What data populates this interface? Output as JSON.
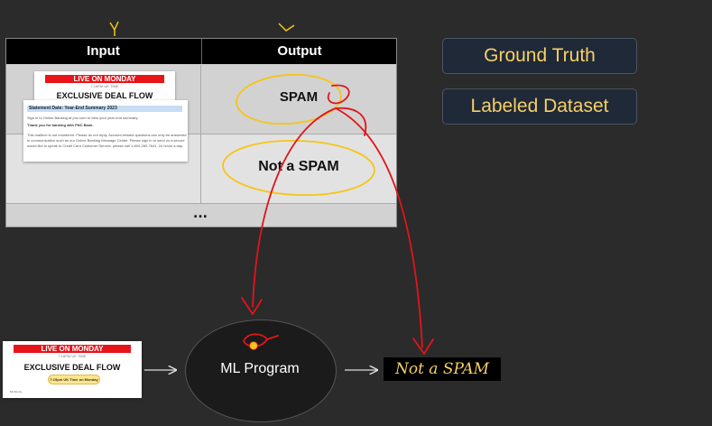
{
  "table": {
    "headers": [
      "Input",
      "Output"
    ],
    "rows": [
      {
        "output": "SPAM"
      },
      {
        "output": "Not a SPAM"
      }
    ],
    "more": "..."
  },
  "spam_email": {
    "banner": "LIVE ON MONDAY",
    "subtext": "7:15PM UK TIME",
    "headline": "EXCLUSIVE DEAL FLOW",
    "pill": "7:15pm UK Time on Monday",
    "footer": "Mr Ronny"
  },
  "statement_email": {
    "title": "Statement Date: Year-End Summary 2023",
    "line1": "Sign in to Online Banking at pnc.com to view your year-end summary.",
    "line2": "Thank you for banking with PNC Bank.",
    "line3": "This mailbox is not monitored. Please do not reply. Account-related questions can only be answered",
    "line4": "in communication such as our Online Banking Message Center. Please sign in to send us a secure",
    "line5": "would like to speak to Credit Card Customer Service, please call 1-800-282-7641, 24 hours a day."
  },
  "tags": {
    "ground_truth": "Ground Truth",
    "labeled_dataset": "Labeled Dataset"
  },
  "pipeline": {
    "program": "ML Program",
    "prediction": "Not a SPAM"
  },
  "colors": {
    "annotation_red": "#e3141a",
    "annotation_yellow": "#f5c518",
    "tag_text": "#f6d067"
  }
}
